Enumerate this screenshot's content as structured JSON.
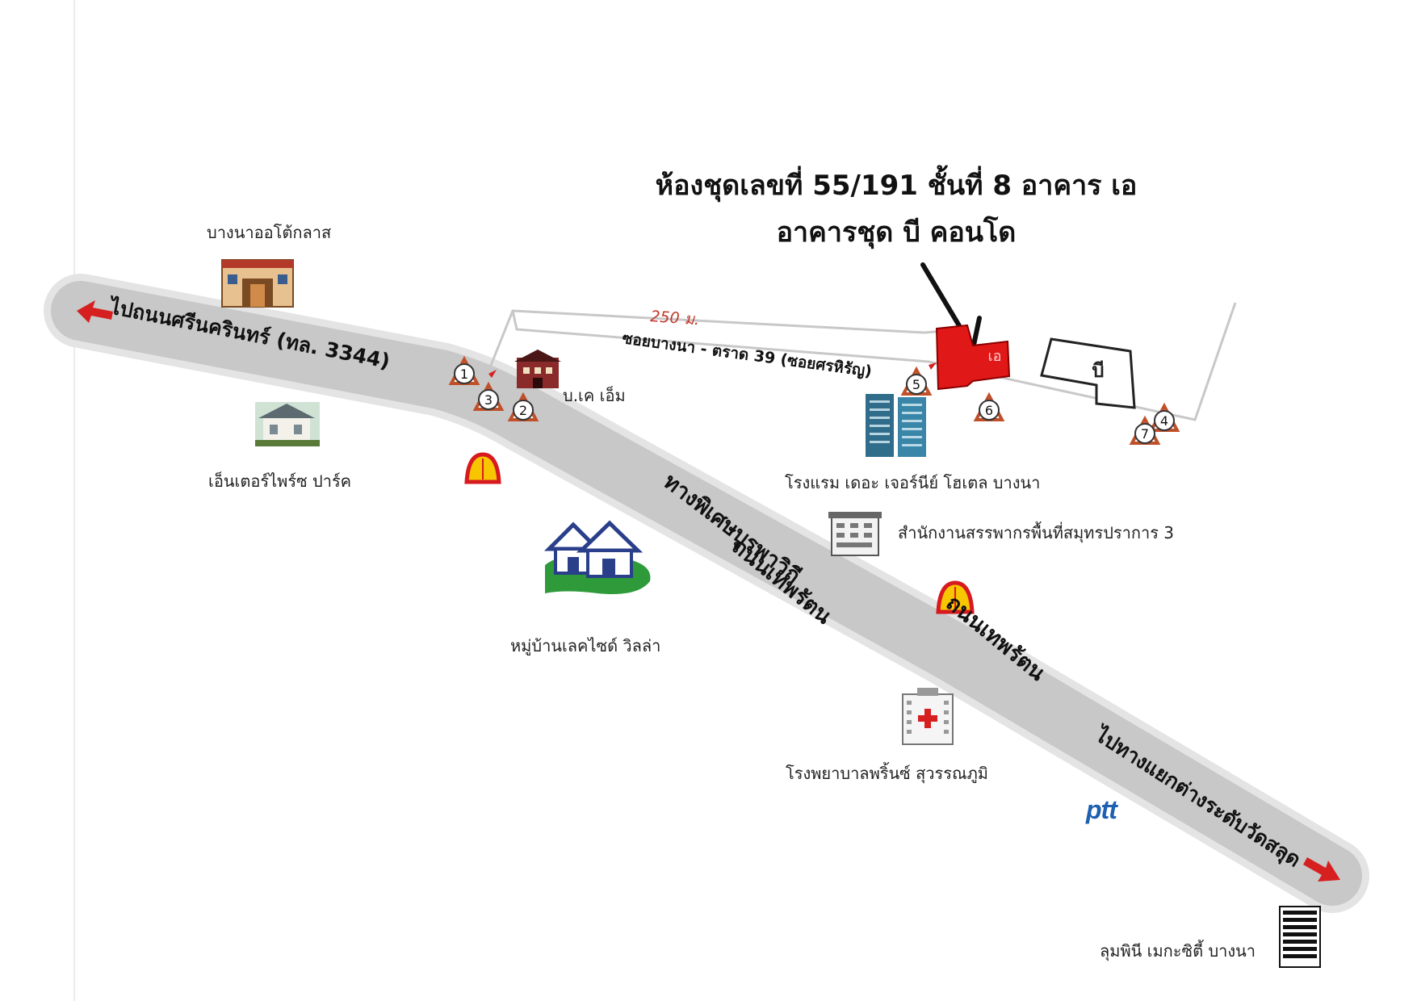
{
  "headline": {
    "line1": "ห้องชุดเลขที่ 55/191 ชั้นที่ 8 อาคาร เอ",
    "line2": "อาคารชุด บี คอนโด"
  },
  "roads": {
    "main_to_srinagarindra": "ไปถนนศรีนครินทร์ (ทล. 3344)",
    "highway_name": "ทางพิเศษบูรพาวิถี",
    "debaratna_1": "ถนนเทพรัตน",
    "debaratna_2": "ถนนเทพรัตน",
    "to_wat_salud": "ไปทางแยกต่างระดับวัดสลุด",
    "soi": "ซอยบางนา - ตราด 39 (ซอยศรหิรัญ)",
    "distance": "250 ม."
  },
  "buildings": {
    "building_a": "เอ",
    "building_b": "บี"
  },
  "landmarks": {
    "auto_class": "บางนาออโต้กลาส",
    "enterprise_park": "เอ็นเตอร์ไพร์ซ ปาร์ค",
    "bkm": "บ.เค เอ็ม",
    "hotel": "โรงแรม เดอะ เจอร์นีย์ โฮเตล บางนา",
    "revenue_office": "สำนักงานสรรพากรพื้นที่สมุทรปราการ 3",
    "lakeside_villa": "หมู่บ้านเลคไซด์ วิลล่า",
    "hospital": "โรงพยาบาลพริ้นซ์ สุวรรณภูมิ",
    "lumpini": "ลุมพินี เมกะซิตี้ บางนา",
    "ptt": "ptt"
  },
  "markers": [
    "1",
    "2",
    "3",
    "4",
    "5",
    "6",
    "7"
  ],
  "colors": {
    "road": "#c9c9c9",
    "road_edge": "#e3e3e3",
    "target_building": "#e01818",
    "arrow": "#d62020",
    "marker_outline": "#c0502a",
    "soi_line": "#bdbdbd",
    "distance_text": "#c0392b"
  },
  "icons": {
    "shell": "shell-logo-icon",
    "hospital": "hospital-icon",
    "hotel": "hotel-tower-icon",
    "house": "house-icon",
    "office": "office-building-icon"
  }
}
